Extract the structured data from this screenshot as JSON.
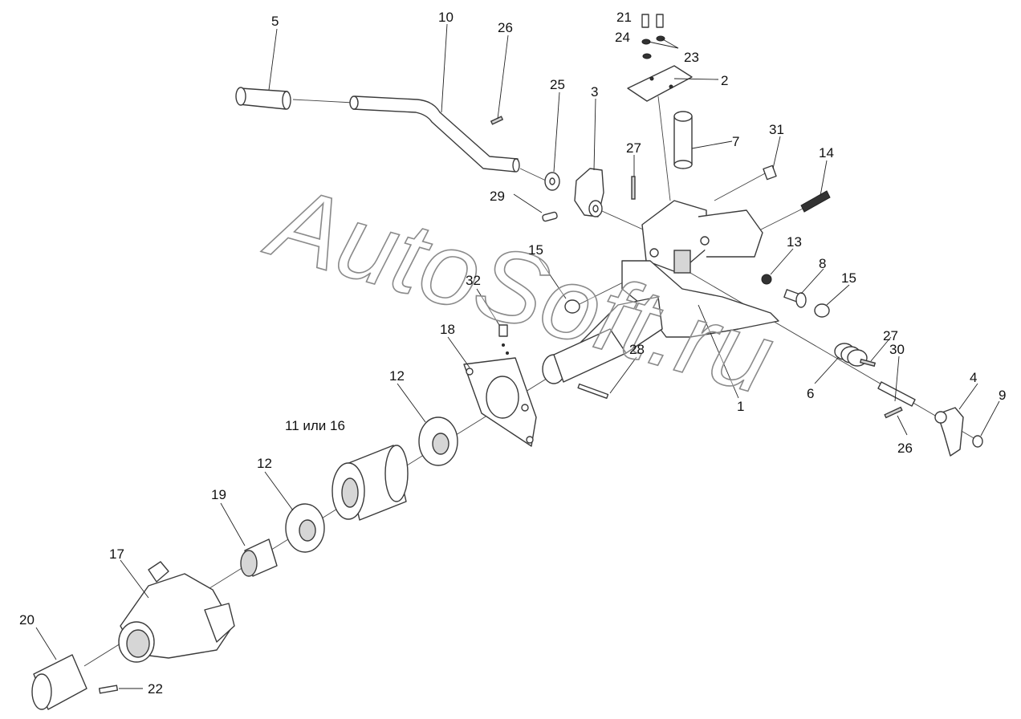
{
  "watermark": "AutoSoft.ru",
  "callouts": {
    "c1": "1",
    "c2": "2",
    "c3": "3",
    "c4": "4",
    "c5": "5",
    "c6": "6",
    "c7": "7",
    "c8": "8",
    "c9": "9",
    "c10": "10",
    "c11_16": "11 или 16",
    "c12a": "12",
    "c12b": "12",
    "c13": "13",
    "c14": "14",
    "c15a": "15",
    "c15b": "15",
    "c17": "17",
    "c18": "18",
    "c19": "19",
    "c20": "20",
    "c21": "21",
    "c22": "22",
    "c23": "23",
    "c24": "24",
    "c25": "25",
    "c26a": "26",
    "c26b": "26",
    "c27a": "27",
    "c27b": "27",
    "c28": "28",
    "c29": "29",
    "c30": "30",
    "c31": "31",
    "c32": "32"
  }
}
